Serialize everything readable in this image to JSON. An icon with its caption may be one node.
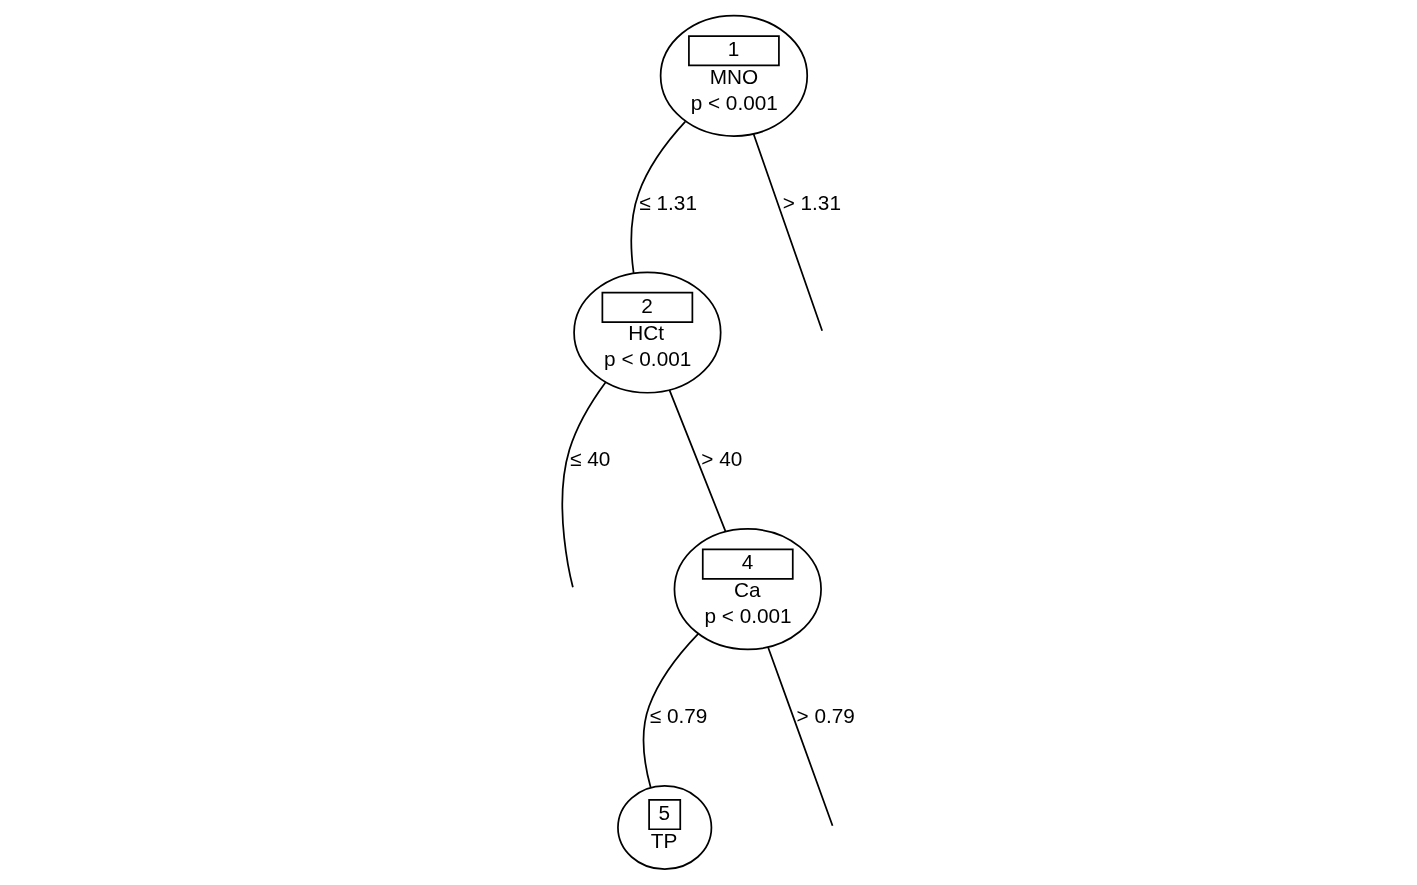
{
  "diagram": {
    "nodes": [
      {
        "text": [
          "1",
          "MNO",
          "p < 0.001"
        ]
      },
      {
        "text": [
          "2",
          "HCt",
          "p < 0.001"
        ]
      },
      {
        "text": [
          "4",
          "Ca",
          "p < 0.001"
        ]
      },
      {
        "text": [
          "5",
          "TP"
        ]
      }
    ],
    "edges": [
      {
        "from": 0,
        "to": 1,
        "arrow": "none",
        "label": "≤ 1.31"
      },
      {
        "from": 0,
        "to": null,
        "arrow": "none",
        "label": "> 1.31"
      },
      {
        "from": 1,
        "to": null,
        "arrow": "none",
        "label": "≤ 40"
      },
      {
        "from": 1,
        "to": 2,
        "arrow": "none",
        "label": "> 40"
      },
      {
        "from": 2,
        "to": 3,
        "arrow": "none",
        "label": "≤ 0.79"
      },
      {
        "from": 2,
        "to": null,
        "arrow": "none",
        "label": "> 0.79"
      }
    ]
  }
}
